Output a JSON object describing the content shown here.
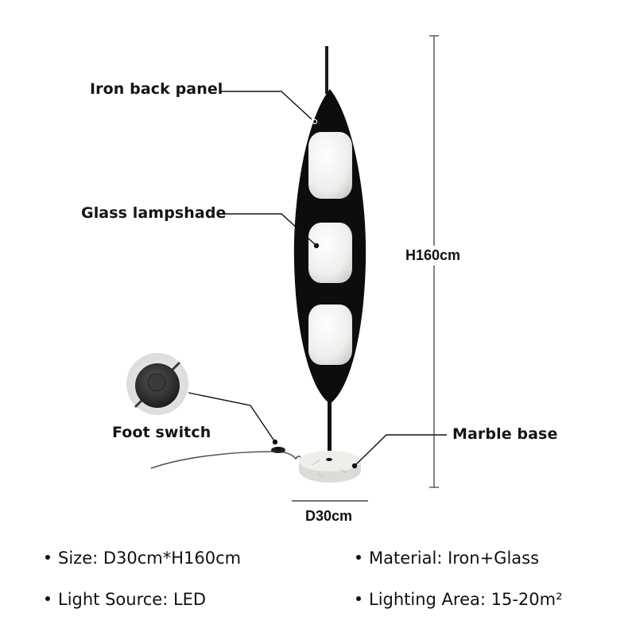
{
  "callouts": {
    "iron_back_panel": "Iron back panel",
    "glass_lampshade": "Glass lampshade",
    "foot_switch": "Foot switch",
    "marble_base": "Marble base"
  },
  "dimensions": {
    "height": "H160cm",
    "diameter": "D30cm"
  },
  "specs": [
    {
      "label": "Size: D30cm*H160cm"
    },
    {
      "label": "Material: Iron+Glass"
    },
    {
      "label": "Light Source: LED"
    },
    {
      "label": "Lighting Area: 15-20m²"
    }
  ],
  "colors": {
    "panel": "#0d0d0d",
    "shade": "#f1f1ef",
    "marble": "#ecebe8",
    "text": "#151515"
  }
}
